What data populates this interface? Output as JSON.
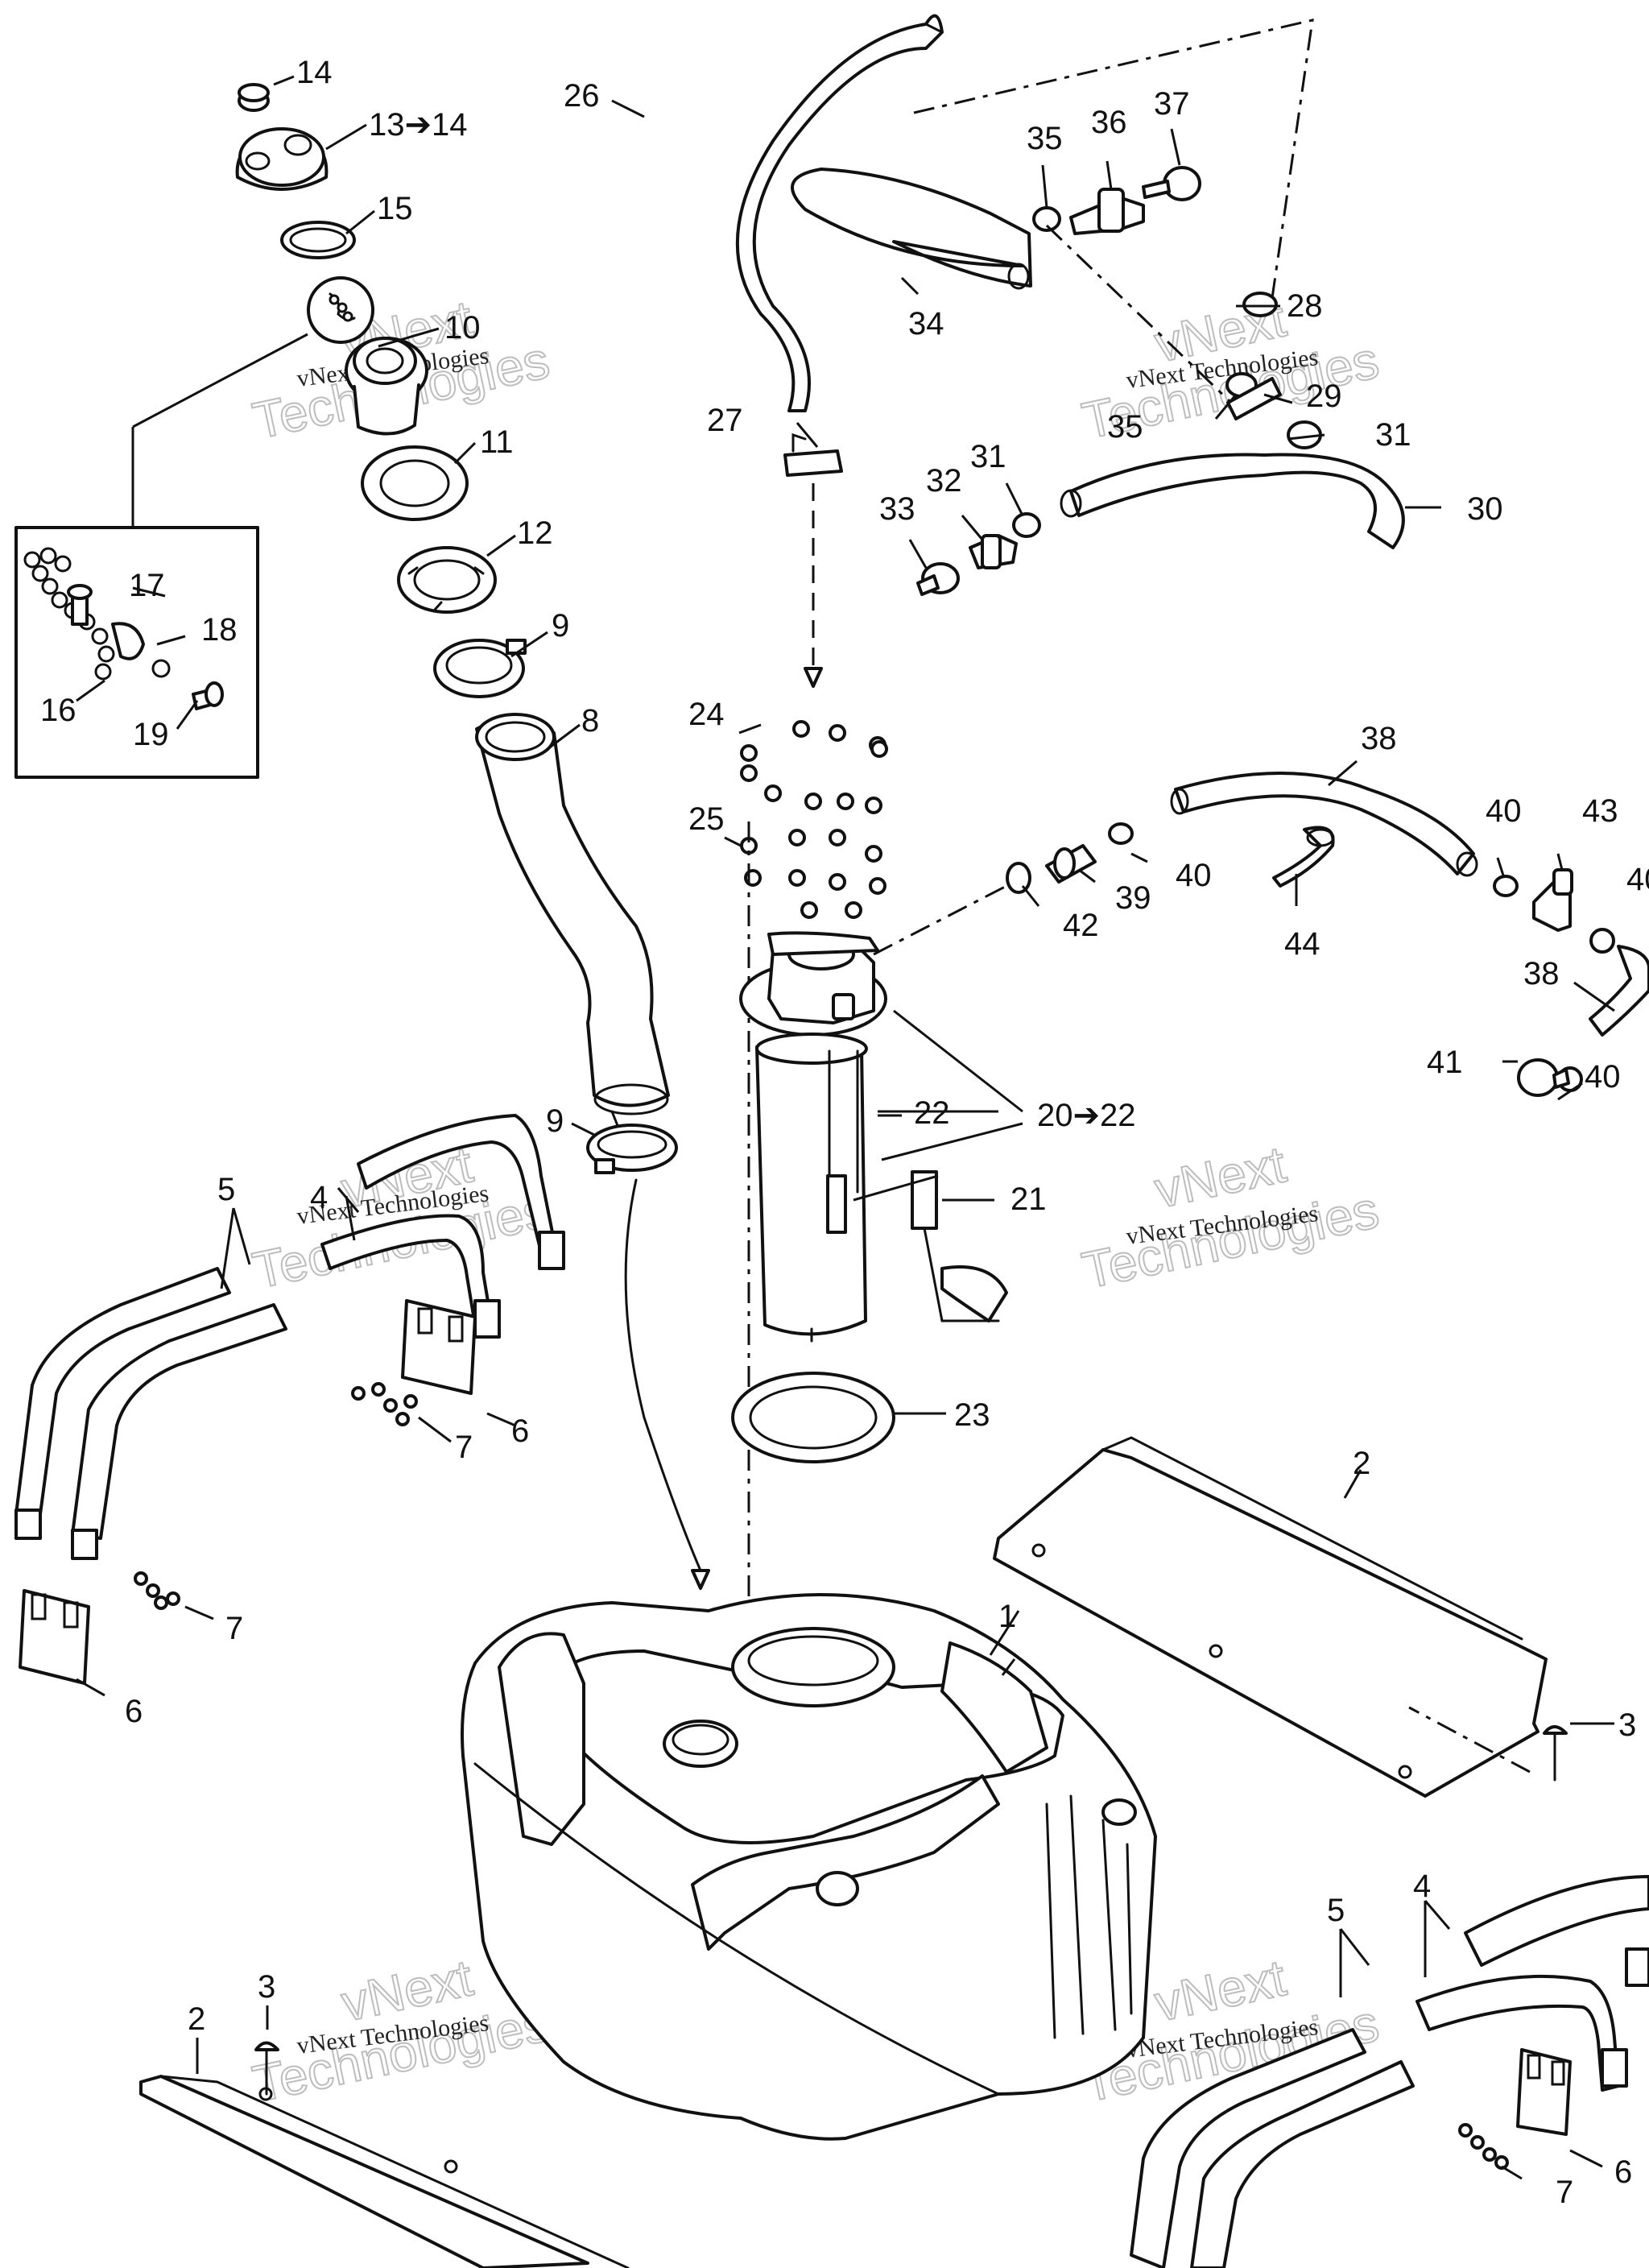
{
  "watermark": {
    "small": "vNext Technologies",
    "big_line1": "vNext",
    "big_line2": "Technologies"
  },
  "callouts": {
    "c1": "1",
    "c2a": "2",
    "c2b": "2",
    "c3a": "3",
    "c3b": "3",
    "c4a": "4",
    "c4b": "4",
    "c5a": "5",
    "c5b": "5",
    "c6a": "6",
    "c6b": "6",
    "c6c": "6",
    "c7a": "7",
    "c7b": "7",
    "c7c": "7",
    "c8": "8",
    "c9a": "9",
    "c9b": "9",
    "c10": "10",
    "c11": "11",
    "c12": "12",
    "c13": "13➔14",
    "c14": "14",
    "c15": "15",
    "c16": "16",
    "c17": "17",
    "c18": "18",
    "c19": "19",
    "c20": "20➔22",
    "c21": "21",
    "c22": "22",
    "c23": "23",
    "c24": "24",
    "c25": "25",
    "c26": "26",
    "c27": "27",
    "c28": "28",
    "c29": "29",
    "c30": "30",
    "c31a": "31",
    "c31b": "31",
    "c32": "32",
    "c33": "33",
    "c34": "34",
    "c35a": "35",
    "c35b": "35",
    "c36": "36",
    "c37": "37",
    "c38a": "38",
    "c38b": "38",
    "c39": "39",
    "c40a": "40",
    "c40b": "40",
    "c40c": "40",
    "c41": "41",
    "c42": "42",
    "c43": "43",
    "c44": "44"
  }
}
